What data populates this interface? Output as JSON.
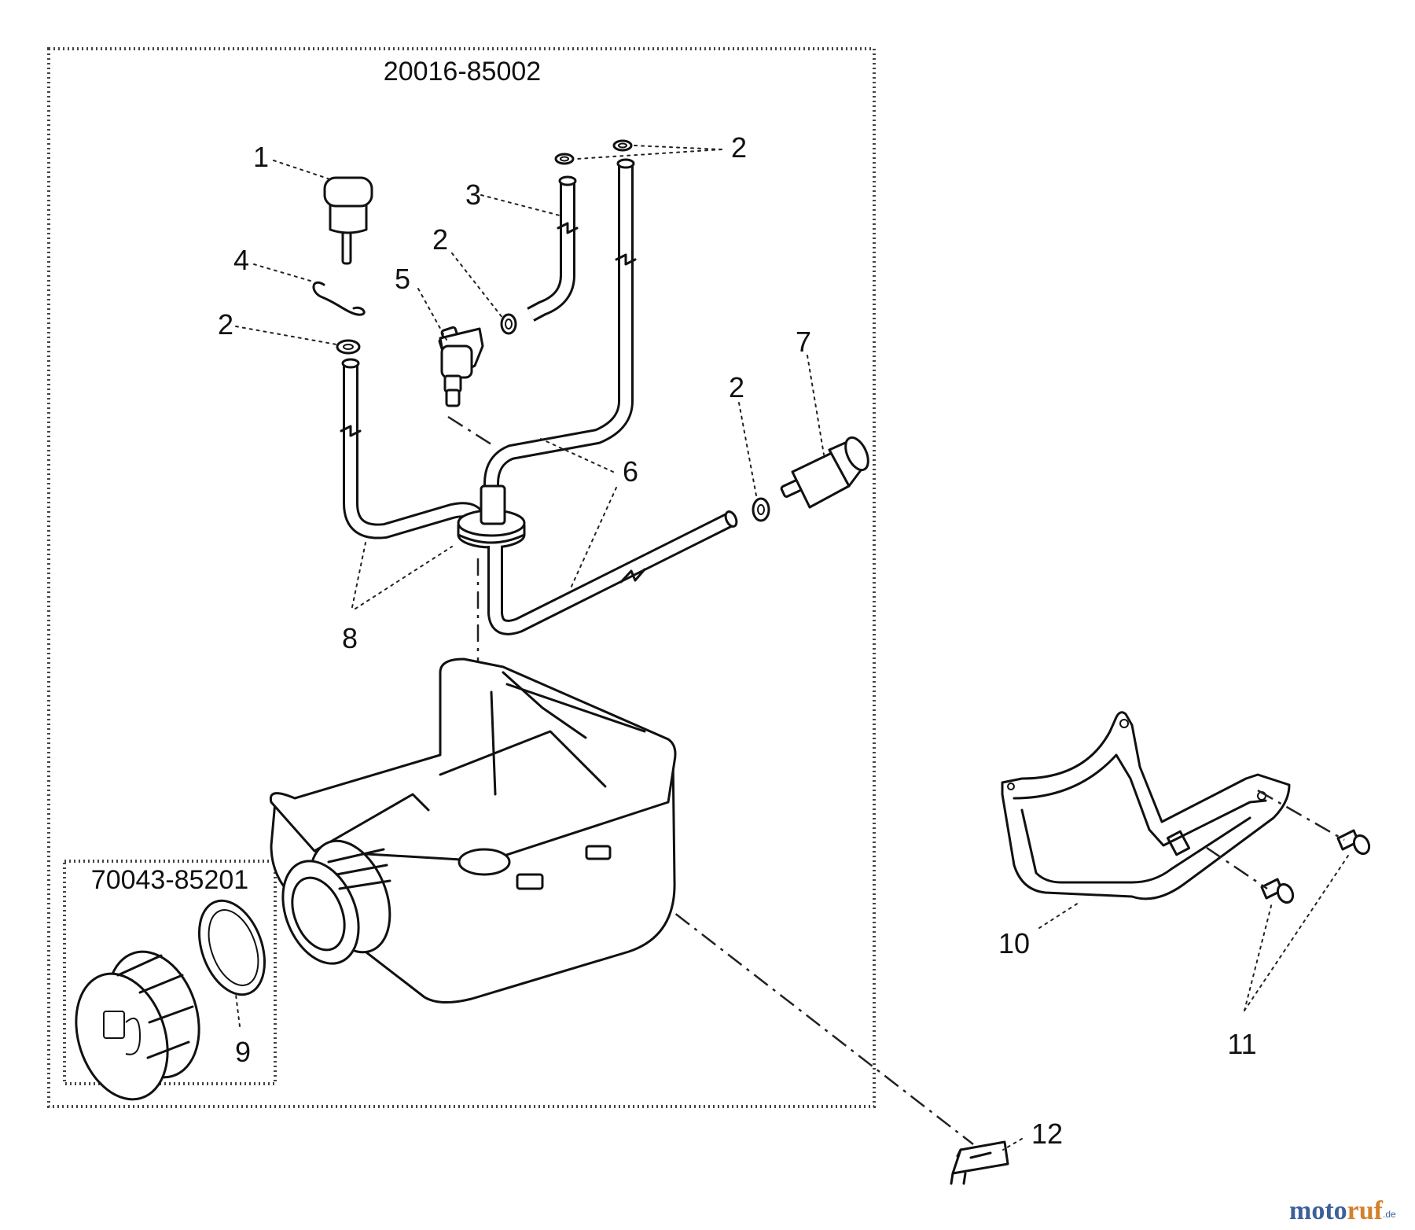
{
  "assemblies": {
    "fuel_tank_assembly": "20016-85002",
    "fuel_cap_assembly": "70043-85201"
  },
  "callouts": {
    "p1": "1",
    "p2_top": "2",
    "p2_mid": "2",
    "p2_left": "2",
    "p2_right": "2",
    "p3": "3",
    "p4": "4",
    "p5": "5",
    "p6": "6",
    "p7": "7",
    "p8": "8",
    "p9": "9",
    "p10": "10",
    "p11": "11",
    "p12": "12"
  },
  "watermark": {
    "part_a": "moto",
    "part_b": "ruf",
    "suffix": ".de"
  },
  "colors": {
    "line": "#111111",
    "watermark_blue": "#3d5f9c",
    "watermark_orange": "#d4802a"
  }
}
